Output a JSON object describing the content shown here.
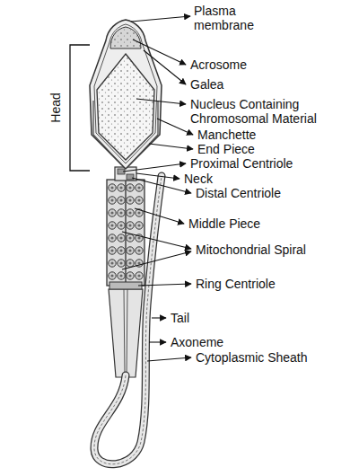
{
  "diagram": {
    "labels": [
      "Plasma membrane",
      "Acrosome",
      "Galea",
      "Nucleus Containing Chromosomal Material",
      "Manchette",
      "End Piece",
      "Proximal Centriole",
      "Neck",
      "Distal Centriole",
      "Middle Piece",
      "Mitochondrial Spiral",
      "Ring Centriole",
      "Tail",
      "Axoneme",
      "Cytoplasmic Sheath",
      "Head"
    ]
  }
}
